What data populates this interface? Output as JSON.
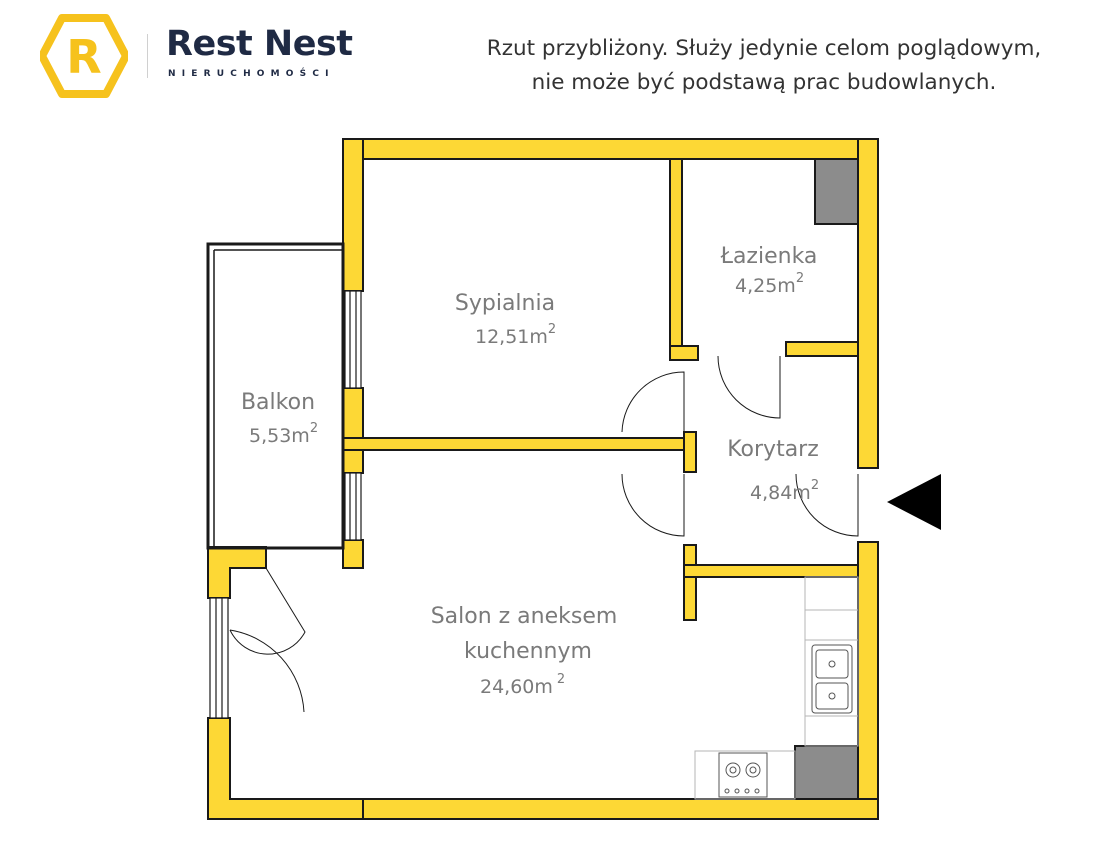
{
  "brand": {
    "name": "Rest Nest",
    "subtitle": "NIERUCHOMOŚCI",
    "logo_letter": "R",
    "accent_color": "#f6c21d"
  },
  "disclaimer": {
    "line1": "Rzut przybliżony. Służy jedynie celom poglądowym,",
    "line2": "nie może być podstawą prac budowlanych."
  },
  "colors": {
    "wall_fill": "#fdd835",
    "wall_stroke": "#1a1a1a",
    "shaft_fill": "#8c8c8c",
    "label_color": "#7a7a7a"
  },
  "rooms": {
    "sypialnia": {
      "name": "Sypialnia",
      "area": "12,51m",
      "unit_sup": "2"
    },
    "lazienka": {
      "name": "Łazienka",
      "area": "4,25m",
      "unit_sup": "2"
    },
    "balkon": {
      "name": "Balkon",
      "area": "5,53m",
      "unit_sup": "2"
    },
    "korytarz": {
      "name": "Korytarz",
      "area": "4,84m",
      "unit_sup": "2"
    },
    "salon": {
      "name_line1": "Salon z aneksem",
      "name_line2": "kuchennym",
      "area": "24,60m",
      "unit_sup": "2"
    }
  },
  "icons": {
    "entrance": "entrance-arrow-icon",
    "sink": "sink-icon",
    "stove": "stove-icon",
    "logo": "rest-nest-logo-icon"
  }
}
